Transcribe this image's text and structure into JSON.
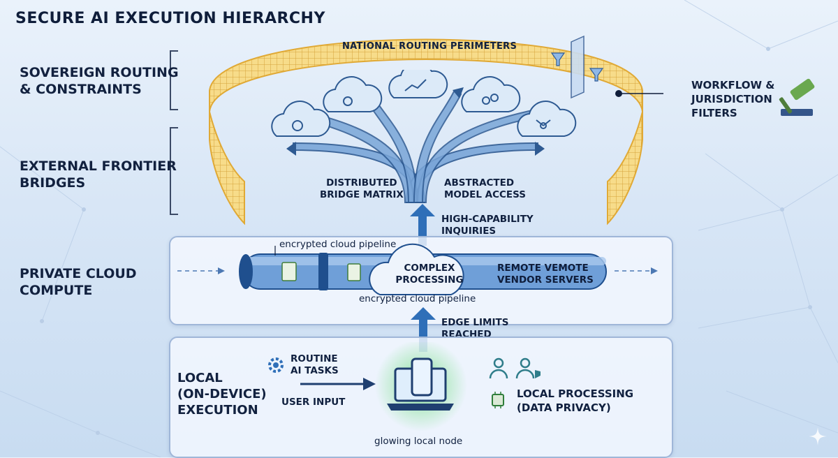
{
  "title": "SECURE AI EXECUTION HIERARCHY",
  "tiers": [
    {
      "line1": "SOVEREIGN ROUTING",
      "line2": "& CONSTRAINTS"
    },
    {
      "line1": "EXTERNAL FRONTIER",
      "line2": "BRIDGES"
    },
    {
      "line1": "PRIVATE CLOUD",
      "line2": "COMPUTE"
    },
    {
      "line1": "LOCAL",
      "line2": "(ON-DEVICE)",
      "line3": "EXECUTION"
    }
  ],
  "sovereign": {
    "perimeter_label": "NATIONAL ROUTING PERIMETERS",
    "filters_line1": "WORKFLOW &",
    "filters_line2": "JURISDICTION",
    "filters_line3": "FILTERS"
  },
  "bridges": {
    "matrix_line1": "DISTRIBUTED",
    "matrix_line2": "BRIDGE MATRIX",
    "access_line1": "ABSTRACTED",
    "access_line2": "MODEL ACCESS",
    "inquiry_line1": "HIGH-CAPABILITY",
    "inquiry_line2": "INQUIRIES"
  },
  "cloud": {
    "pipeline_top": "encrypted cloud pipeline",
    "pipeline_bottom": "encrypted cloud pipeline",
    "processing_line1": "COMPLEX",
    "processing_line2": "PROCESSING",
    "vendor_line1": "REMOTE VEMOTE",
    "vendor_line2": "VENDOR SERVERS",
    "edge_line1": "EDGE LIMITS",
    "edge_line2": "REACHED"
  },
  "local": {
    "routine_line1": "ROUTINE",
    "routine_line2": "AI TASKS",
    "user_input": "USER INPUT",
    "node_label": "glowing local node",
    "processing_line1": "LOCAL PROCESSING",
    "processing_line2": "(DATA PRIVACY)"
  },
  "colors": {
    "perimeter": "#e8b840",
    "accent_blue": "#2f6fb8",
    "glow": "#7be08a"
  }
}
